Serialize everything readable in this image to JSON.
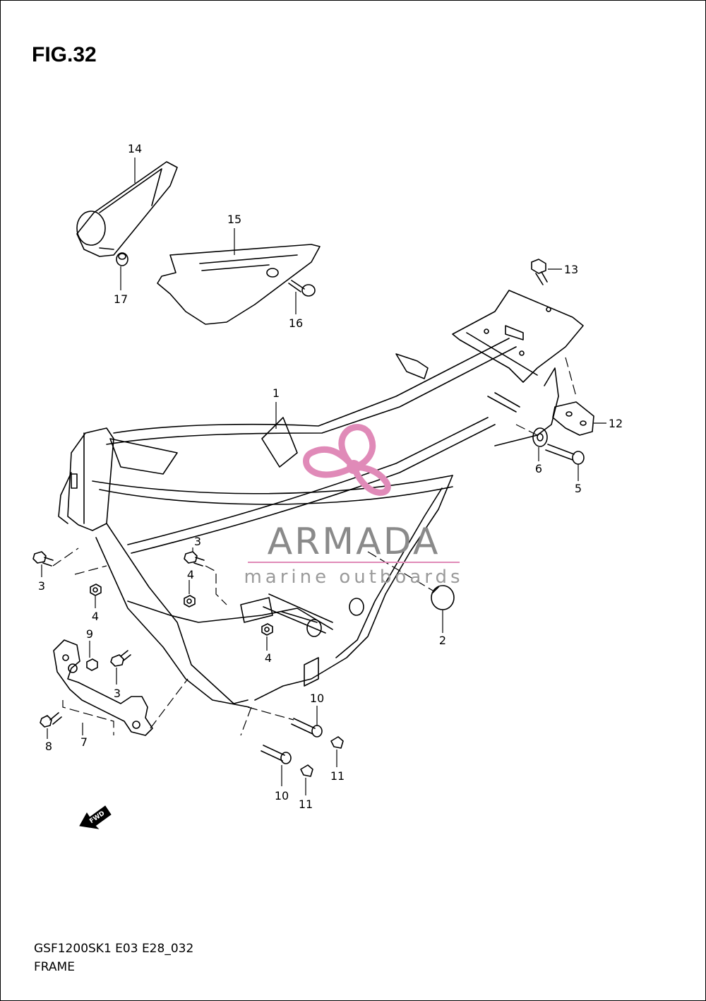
{
  "figure": {
    "title": "FIG.32",
    "drawing_code": "GSF1200SK1 E03 E28_032",
    "section_name": "FRAME"
  },
  "callouts": [
    {
      "id": "1",
      "part": "frame"
    },
    {
      "id": "2",
      "part": "cap"
    },
    {
      "id": "3",
      "part": "bolt"
    },
    {
      "id": "4",
      "part": "nut"
    },
    {
      "id": "5",
      "part": "bolt"
    },
    {
      "id": "6",
      "part": "washer"
    },
    {
      "id": "7",
      "part": "bracket"
    },
    {
      "id": "8",
      "part": "bolt"
    },
    {
      "id": "9",
      "part": "nut"
    },
    {
      "id": "10",
      "part": "bolt"
    },
    {
      "id": "11",
      "part": "cap"
    },
    {
      "id": "12",
      "part": "bracket"
    },
    {
      "id": "13",
      "part": "bolt"
    },
    {
      "id": "14",
      "part": "cover"
    },
    {
      "id": "15",
      "part": "cover"
    },
    {
      "id": "16",
      "part": "screw"
    },
    {
      "id": "17",
      "part": "grommet"
    }
  ],
  "labels": {
    "l1": "1",
    "l2": "2",
    "l3a": "3",
    "l3b": "3",
    "l3c": "3",
    "l4a": "4",
    "l4b": "4",
    "l4c": "4",
    "l5": "5",
    "l6": "6",
    "l7": "7",
    "l8": "8",
    "l9": "9",
    "l10a": "10",
    "l10b": "10",
    "l11a": "11",
    "l11b": "11",
    "l12": "12",
    "l13": "13",
    "l14": "14",
    "l15": "15",
    "l16": "16",
    "l17": "17"
  },
  "direction_marker": "FWD",
  "watermark": {
    "brand": "ARMADA",
    "tagline": "marine outboards",
    "logo_color": "#e08ab8",
    "text_color": "#8a8a8a"
  }
}
